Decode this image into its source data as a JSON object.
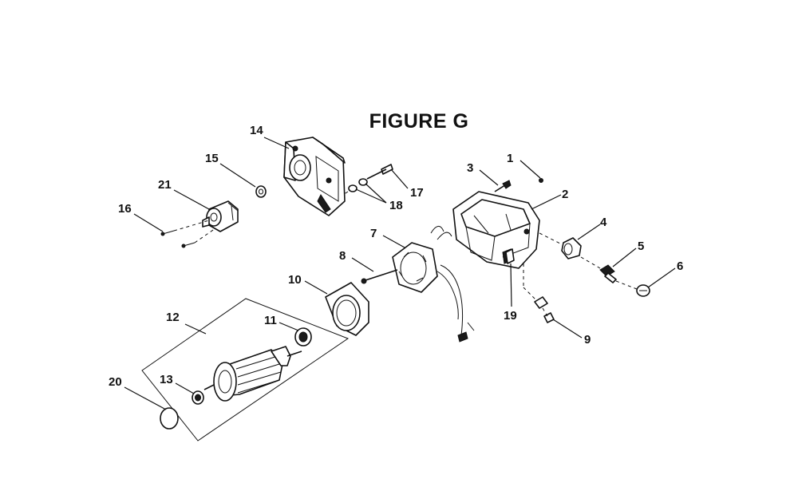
{
  "figure": {
    "title": "FIGURE G"
  },
  "callouts": [
    {
      "id": "1",
      "label": "1"
    },
    {
      "id": "2",
      "label": "2"
    },
    {
      "id": "3",
      "label": "3"
    },
    {
      "id": "4",
      "label": "4"
    },
    {
      "id": "5",
      "label": "5"
    },
    {
      "id": "6",
      "label": "6"
    },
    {
      "id": "7",
      "label": "7"
    },
    {
      "id": "8",
      "label": "8"
    },
    {
      "id": "9",
      "label": "9"
    },
    {
      "id": "10",
      "label": "10"
    },
    {
      "id": "11",
      "label": "11"
    },
    {
      "id": "12",
      "label": "12"
    },
    {
      "id": "13",
      "label": "13"
    },
    {
      "id": "14",
      "label": "14"
    },
    {
      "id": "15",
      "label": "15"
    },
    {
      "id": "16",
      "label": "16"
    },
    {
      "id": "17",
      "label": "17"
    },
    {
      "id": "18",
      "label": "18"
    },
    {
      "id": "19",
      "label": "19"
    },
    {
      "id": "20",
      "label": "20"
    },
    {
      "id": "21",
      "label": "21"
    }
  ]
}
